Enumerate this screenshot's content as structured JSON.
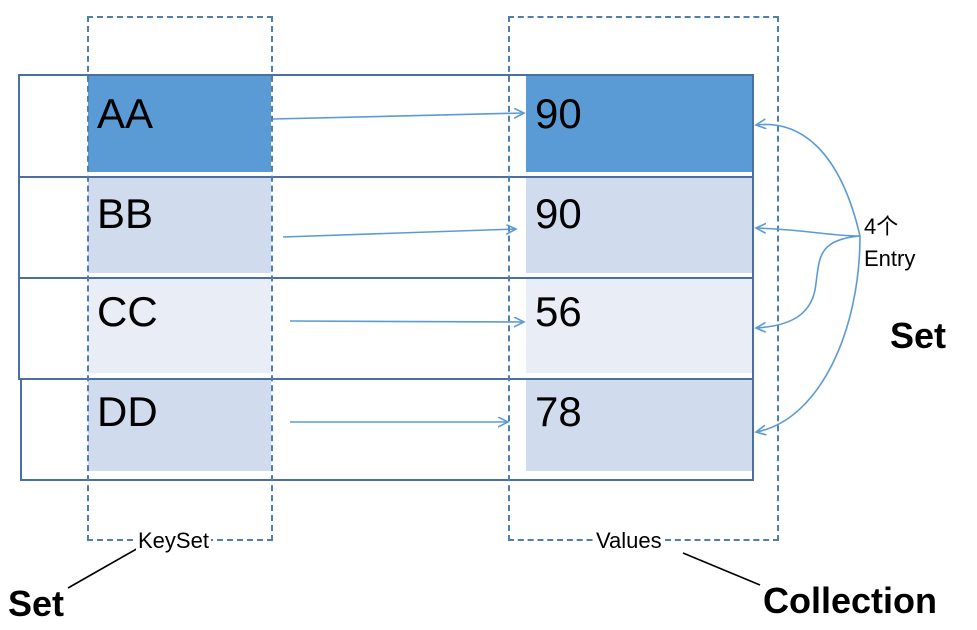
{
  "rows": [
    {
      "key": "AA",
      "value": "90",
      "key_color": "#5b9bd5",
      "value_color": "#5b9bd5"
    },
    {
      "key": "BB",
      "value": "90",
      "key_color": "#d0dcee",
      "value_color": "#d0dcee"
    },
    {
      "key": "CC",
      "value": "56",
      "key_color": "#e8edf6",
      "value_color": "#e8edf6"
    },
    {
      "key": "DD",
      "value": "78",
      "key_color": "#d0dcee",
      "value_color": "#d0dcee"
    }
  ],
  "labels": {
    "keyset": "KeySet",
    "values": "Values",
    "keyset_type": "Set",
    "values_type": "Collection",
    "entry_count": "4个",
    "entry_word": "Entry",
    "entry_type": "Set"
  },
  "colors": {
    "arrow": "#5b9bd5",
    "frame": "#4a6fa0",
    "dash": "#4f7fb0"
  }
}
